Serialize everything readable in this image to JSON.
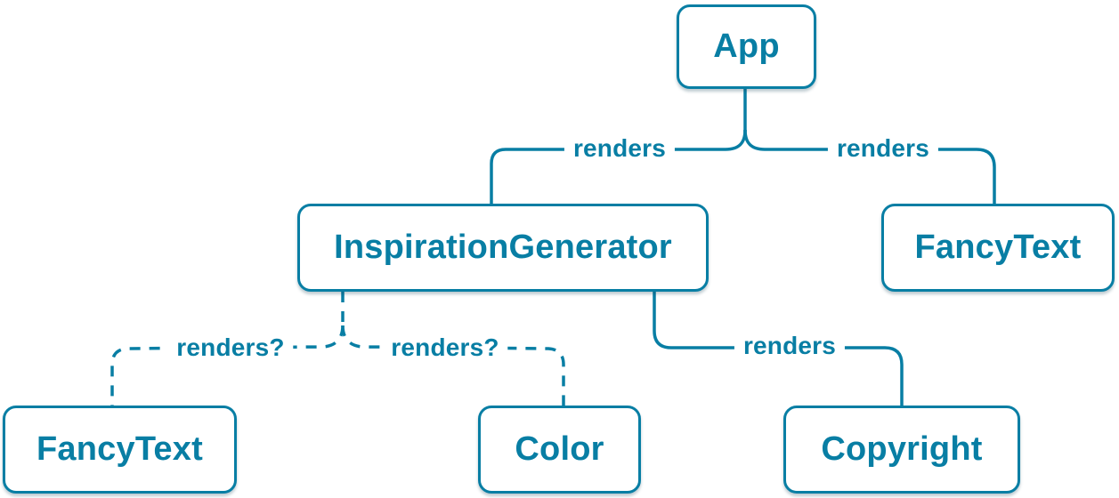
{
  "diagram": {
    "description": "React render tree diagram",
    "accent_color": "#087ea4",
    "background_color": "#ffffff",
    "nodes": [
      {
        "id": "app",
        "label": "App"
      },
      {
        "id": "inspiration-generator",
        "label": "InspirationGenerator"
      },
      {
        "id": "fancy-text-top",
        "label": "FancyText"
      },
      {
        "id": "fancy-text-bottom",
        "label": "FancyText"
      },
      {
        "id": "color",
        "label": "Color"
      },
      {
        "id": "copyright",
        "label": "Copyright"
      }
    ],
    "edges": [
      {
        "from": "App",
        "to": "InspirationGenerator",
        "label": "renders",
        "style": "solid"
      },
      {
        "from": "App",
        "to": "FancyText",
        "label": "renders",
        "style": "solid"
      },
      {
        "from": "InspirationGenerator",
        "to": "FancyText",
        "label": "renders?",
        "style": "dashed"
      },
      {
        "from": "InspirationGenerator",
        "to": "Color",
        "label": "renders?",
        "style": "dashed"
      },
      {
        "from": "InspirationGenerator",
        "to": "Copyright",
        "label": "renders",
        "style": "solid"
      }
    ]
  }
}
